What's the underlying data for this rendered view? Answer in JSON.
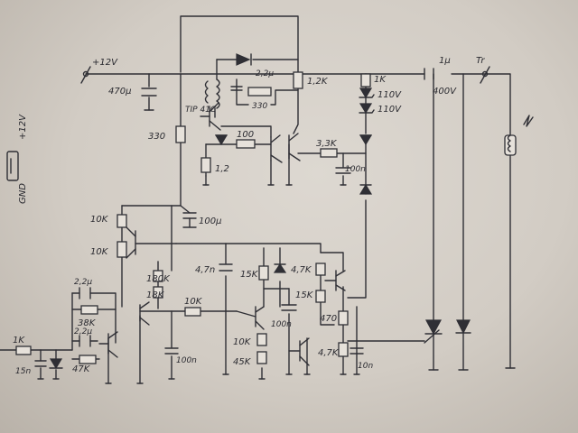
{
  "labels": {
    "plus12v": "+12V",
    "c470u": "470μ",
    "r330a": "330",
    "tip41c": "TIP 41C",
    "c22u_a": "2,2μ",
    "r330b": "330",
    "r12k": "1,2K",
    "r1k_top": "1K",
    "z110a": "110V",
    "z110b": "110V",
    "c1u": "1μ",
    "v400": "400V",
    "tr": "Tr",
    "r100": "100",
    "r1_2": "1,2",
    "r3_3k": "3,3K",
    "c100n_a": "100n",
    "r10k_a": "10K",
    "c100u": "100μ",
    "r10k_b": "10K",
    "c4_7n": "4,7n",
    "r15k_a": "15K",
    "r4_7k_a": "4,7K",
    "r180k": "180K",
    "r18k": "18K",
    "r10k_c": "10K",
    "r15k_b": "15K",
    "c22u_b": "2,2μ",
    "r38k": "38K",
    "c22u_c": "2,2μ",
    "r47k": "47K",
    "r470": "470",
    "c100n_b": "100n",
    "r10k_d": "10K",
    "r45k": "45K",
    "c100n_c": "100n",
    "r4_7k_b": "4,7K",
    "c10n": "10n",
    "r1k_in": "1K",
    "c15n": "15n",
    "side_plus12v": "+12V",
    "side_gnd": "GND"
  }
}
